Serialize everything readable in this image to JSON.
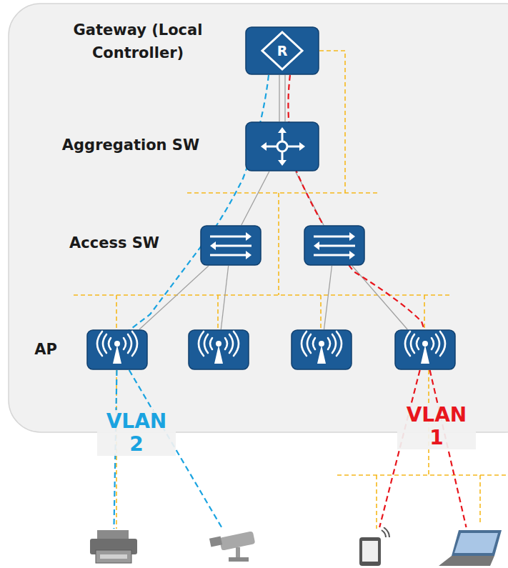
{
  "diagram": {
    "nodes": [
      {
        "text": [
          "Gateway (Local Controller)",
          "R"
        ]
      },
      {
        "text": [
          "Aggregation SW"
        ]
      },
      {
        "text": [
          "Access SW"
        ]
      },
      {
        "text": []
      },
      {
        "text": [
          "AP"
        ]
      },
      {
        "text": []
      },
      {
        "text": []
      },
      {
        "text": []
      },
      {
        "text": []
      },
      {
        "text": []
      },
      {
        "text": []
      },
      {
        "text": []
      }
    ],
    "edges": [
      {
        "from": 0,
        "to": 1,
        "arrow": "none"
      },
      {
        "from": 1,
        "to": 2,
        "arrow": "none"
      },
      {
        "from": 1,
        "to": 3,
        "arrow": "none"
      },
      {
        "from": 2,
        "to": 4,
        "arrow": "none"
      },
      {
        "from": 2,
        "to": 5,
        "arrow": "none"
      },
      {
        "from": 3,
        "to": 6,
        "arrow": "none"
      },
      {
        "from": 3,
        "to": 7,
        "arrow": "none"
      },
      {
        "from": 4,
        "to": 8,
        "arrow": "none"
      },
      {
        "from": 4,
        "to": 9,
        "arrow": "none"
      },
      {
        "from": 7,
        "to": 10,
        "arrow": "none"
      },
      {
        "from": 7,
        "to": 11,
        "arrow": "none"
      }
    ],
    "labels": [
      "VLAN 2",
      "VLAN 1"
    ]
  }
}
